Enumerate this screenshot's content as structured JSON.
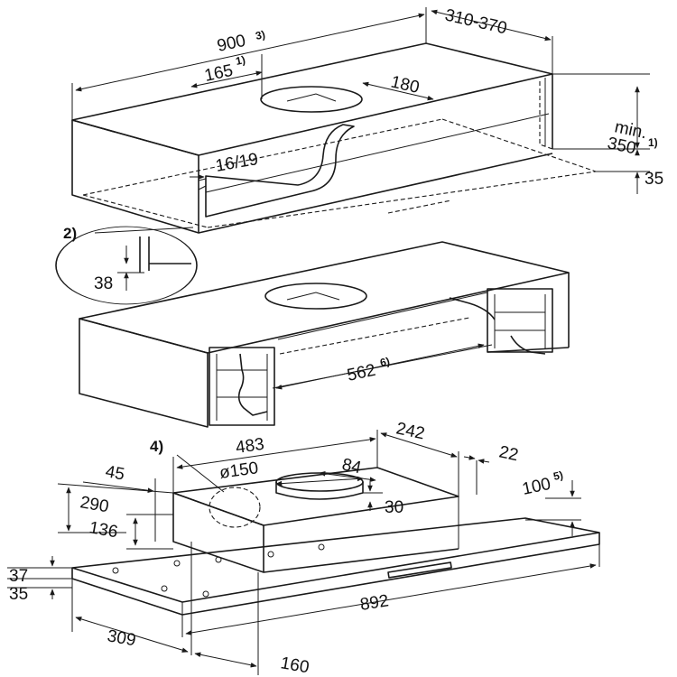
{
  "diagram": {
    "upper_unit": {
      "width": "900",
      "width_note": "3)",
      "depth": "310-370",
      "duct_offset": "165",
      "duct_offset_note": "1)",
      "duct_to_back": "180",
      "panel_thickness": "16/19",
      "min_height_label": "min.",
      "min_height": "350",
      "min_height_note": "1)",
      "bottom_gap": "35"
    },
    "detail": {
      "callout": "2)",
      "value": "38"
    },
    "middle_unit": {
      "inner_width": "562",
      "inner_width_note": "6)"
    },
    "hood": {
      "callout": "4)",
      "body_width": "483",
      "body_depth": "242",
      "rear_offset": "22",
      "left_offset": "45",
      "duct_diameter": "ø150",
      "duct_offset": "84",
      "duct_height": "30",
      "total_height": "290",
      "body_height": "136",
      "clearance": "100",
      "clearance_note": "5)",
      "panel_height": "37",
      "panel_bottom": "35",
      "panel_width": "892",
      "left_distance": "309",
      "front_distance": "160"
    }
  }
}
